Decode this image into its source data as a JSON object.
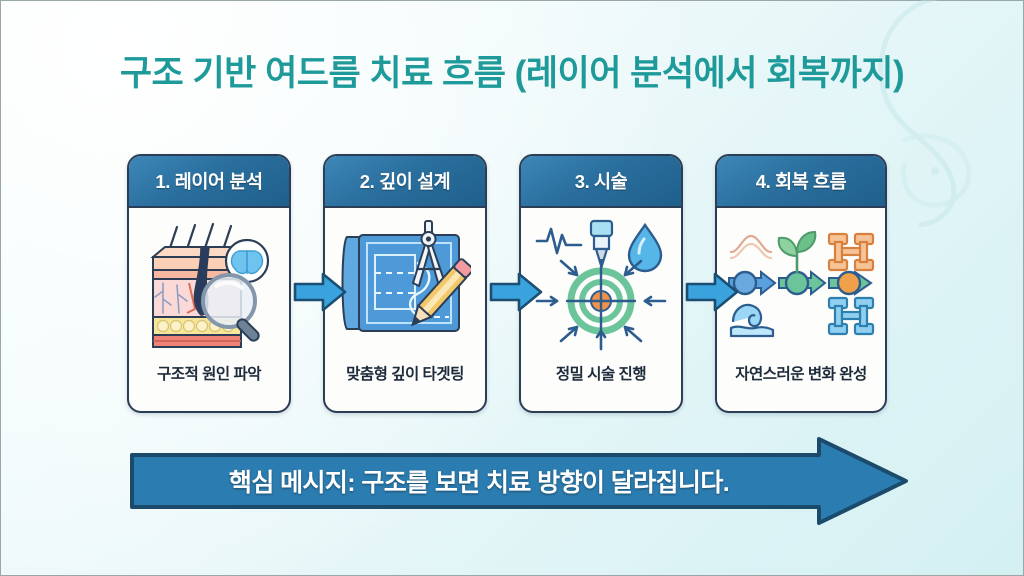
{
  "slide": {
    "title": "구조 기반 여드름 치료 흐름 (레이어 분석에서 회복까지)",
    "title_color": "#1f9a9a",
    "background_colors": [
      "#f6fdfd",
      "#dff4f6",
      "#d4f0f3"
    ],
    "header_color": "#2a6f9e",
    "border_color": "#2c3e56",
    "connector_arrow_color": "#3aa3dd"
  },
  "steps": [
    {
      "header": "1. 레이어 분석",
      "caption": "구조적 원인 파악",
      "icon": "skin-cross-section-magnifier-brain-icon"
    },
    {
      "header": "2. 깊이 설계",
      "caption": "맞춤형 깊이 타겟팅",
      "icon": "blueprint-compass-pencil-icon"
    },
    {
      "header": "3. 시술",
      "caption": "정밀 시술 진행",
      "icon": "target-needle-droplet-waveform-icon"
    },
    {
      "header": "4. 회복 흐름",
      "caption": "자연스러운 변화 완성",
      "icon": "recovery-timeline-sprout-wave-icon"
    }
  ],
  "connectors": [
    {
      "name": "arrow-step1-to-step2"
    },
    {
      "name": "arrow-step2-to-step3"
    },
    {
      "name": "arrow-step3-to-step4"
    }
  ],
  "banner": {
    "text": "핵심 메시지: 구조를 보면 치료 방향이 달라집니다.",
    "fill_color": "#2b7cb0",
    "border_color": "#1b4a6b",
    "text_color": "#ffffff"
  }
}
